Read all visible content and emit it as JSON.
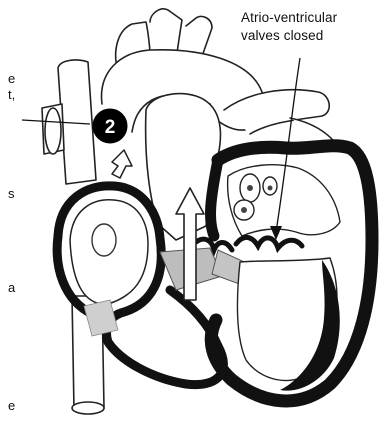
{
  "callout": {
    "line1": "Atrio-ventricular",
    "line2": "valves closed"
  },
  "marker": {
    "number": "2"
  },
  "left_fragments": [
    "e",
    "t,",
    "s",
    "a",
    "e"
  ]
}
